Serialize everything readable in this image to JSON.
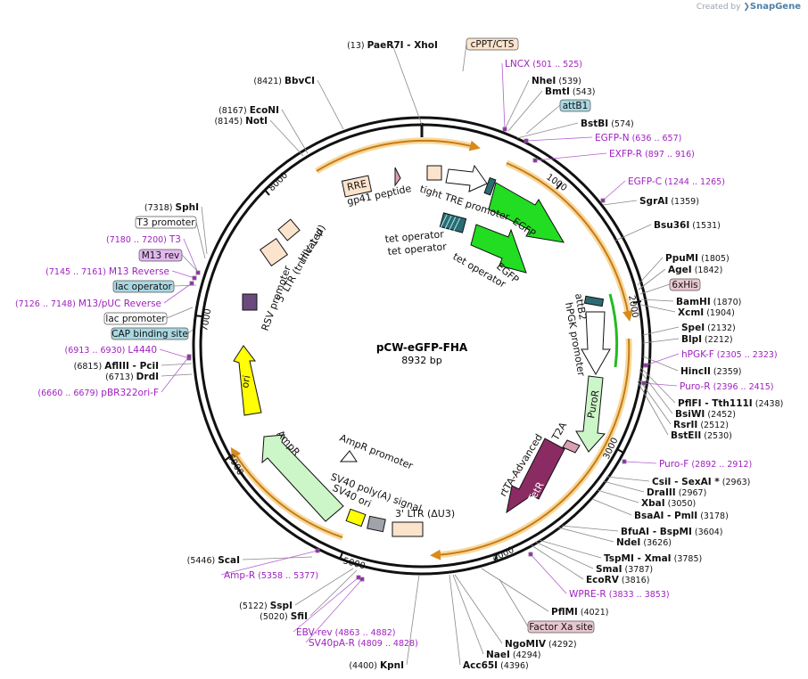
{
  "credit": {
    "prefix": "Created by",
    "brand": "SnapGene"
  },
  "plasmid": {
    "name": "pCW-eGFP-FHA",
    "length": "8932 bp"
  },
  "ticks": [
    "1000",
    "2000",
    "3000",
    "4000",
    "5000",
    "6000",
    "7000",
    "8000"
  ],
  "site_rows": [
    {
      "pos": "(13)",
      "names": [
        "PaeR7I",
        "XhoI"
      ],
      "posr": ""
    },
    {
      "pos": "",
      "names": [
        "NheI"
      ],
      "posr": "(539)"
    },
    {
      "pos": "",
      "names": [
        "BmtI"
      ],
      "posr": "(543)"
    },
    {
      "pos": "",
      "names": [
        "BstBI"
      ],
      "posr": "(574)"
    },
    {
      "pos": "",
      "names": [
        "SgrAI"
      ],
      "posr": "(1359)"
    },
    {
      "pos": "",
      "names": [
        "Bsu36I"
      ],
      "posr": "(1531)"
    },
    {
      "pos": "",
      "names": [
        "PpuMI"
      ],
      "posr": "(1805)"
    },
    {
      "pos": "",
      "names": [
        "AgeI"
      ],
      "posr": "(1842)"
    },
    {
      "pos": "",
      "names": [
        "BamHI"
      ],
      "posr": "(1870)"
    },
    {
      "pos": "",
      "names": [
        "XcmI"
      ],
      "posr": "(1904)"
    },
    {
      "pos": "",
      "names": [
        "SpeI"
      ],
      "posr": "(2132)"
    },
    {
      "pos": "",
      "names": [
        "BlpI"
      ],
      "posr": "(2212)"
    },
    {
      "pos": "",
      "names": [
        "HincII"
      ],
      "posr": "(2359)"
    },
    {
      "pos": "",
      "names": [
        "PflFI",
        "Tth111I"
      ],
      "posr": "(2438)"
    },
    {
      "pos": "",
      "names": [
        "BsiWI"
      ],
      "posr": "(2452)"
    },
    {
      "pos": "",
      "names": [
        "RsrII"
      ],
      "posr": "(2512)"
    },
    {
      "pos": "",
      "names": [
        "BstEII"
      ],
      "posr": "(2530)"
    },
    {
      "pos": "",
      "names": [
        "CsiI",
        "SexAI *"
      ],
      "posr": "(2963)"
    },
    {
      "pos": "",
      "names": [
        "DraIII"
      ],
      "posr": "(2967)"
    },
    {
      "pos": "",
      "names": [
        "XbaI"
      ],
      "posr": "(3050)"
    },
    {
      "pos": "",
      "names": [
        "BsaAI",
        "PmlI"
      ],
      "posr": "(3178)"
    },
    {
      "pos": "",
      "names": [
        "BfuAI",
        "BspMI"
      ],
      "posr": "(3604)"
    },
    {
      "pos": "",
      "names": [
        "NdeI"
      ],
      "posr": "(3626)"
    },
    {
      "pos": "",
      "names": [
        "TspMI",
        "XmaI"
      ],
      "posr": "(3785)"
    },
    {
      "pos": "",
      "names": [
        "SmaI"
      ],
      "posr": "(3787)"
    },
    {
      "pos": "",
      "names": [
        "EcoRV"
      ],
      "posr": "(3816)"
    },
    {
      "pos": "",
      "names": [
        "PflMI"
      ],
      "posr": "(4021)"
    },
    {
      "pos": "",
      "names": [
        "NgoMIV"
      ],
      "posr": "(4292)"
    },
    {
      "pos": "",
      "names": [
        "NaeI"
      ],
      "posr": "(4294)"
    },
    {
      "pos": "",
      "names": [
        "Acc65I"
      ],
      "posr": "(4396)"
    },
    {
      "pos": "(4400)",
      "names": [
        "KpnI"
      ],
      "posr": ""
    },
    {
      "pos": "(5020)",
      "names": [
        "SfiI"
      ],
      "posr": ""
    },
    {
      "pos": "(5122)",
      "names": [
        "SspI"
      ],
      "posr": ""
    },
    {
      "pos": "(5446)",
      "names": [
        "ScaI"
      ],
      "posr": ""
    },
    {
      "pos": "(6713)",
      "names": [
        "DrdI"
      ],
      "posr": ""
    },
    {
      "pos": "(6815)",
      "names": [
        "AflIII",
        "PciI"
      ],
      "posr": ""
    },
    {
      "pos": "(7318)",
      "names": [
        "SphI"
      ],
      "posr": ""
    },
    {
      "pos": "(8145)",
      "names": [
        "NotI"
      ],
      "posr": ""
    },
    {
      "pos": "(8167)",
      "names": [
        "EcoNI"
      ],
      "posr": ""
    },
    {
      "pos": "(8421)",
      "names": [
        "BbvCI"
      ],
      "posr": ""
    }
  ],
  "primers": [
    {
      "name": "LNCX",
      "range": "(501 .. 525)"
    },
    {
      "name": "EGFP-N",
      "range": "(636 .. 657)"
    },
    {
      "name": "EXFP-R",
      "range": "(897 .. 916)"
    },
    {
      "name": "EGFP-C",
      "range": "(1244 .. 1265)"
    },
    {
      "name": "hPGK-F",
      "range": "(2305 .. 2323)"
    },
    {
      "name": "Puro-R",
      "range": "(2396 .. 2415)"
    },
    {
      "name": "Puro-F",
      "range": "(2892 .. 2912)"
    },
    {
      "name": "WPRE-R",
      "range": "(3833 .. 3853)"
    },
    {
      "name": "EBV-rev",
      "range": "(4863 .. 4882)"
    },
    {
      "name": "SV40pA-R",
      "range": "(4809 .. 4828)"
    },
    {
      "name": "Amp-R",
      "range": "(5358 .. 5377)"
    },
    {
      "name": "L4440",
      "range": "(6913 .. 6930)"
    },
    {
      "name": "pBR322ori-F",
      "range": "(6660 .. 6679)"
    },
    {
      "name": "M13/pUC Reverse",
      "range": "(7126 .. 7148)"
    },
    {
      "name": "M13 Reverse",
      "range": "(7145 .. 7161)"
    },
    {
      "name": "T3",
      "range": "(7180 .. 7200)"
    }
  ],
  "boxed_labels": [
    {
      "text": "cPPT/CTS",
      "color": "#fbe3cc"
    },
    {
      "text": "attB1",
      "color": "#a9d7e1"
    },
    {
      "text": "6xHis",
      "color": "#e9c6cf"
    },
    {
      "text": "Factor Xa site",
      "color": "#e9c6cf"
    },
    {
      "text": "CAP binding site",
      "color": "#a9d7e1"
    },
    {
      "text": "lac promoter",
      "color": "#ffffff"
    },
    {
      "text": "lac operator",
      "color": "#a9d7e1"
    },
    {
      "text": "M13 rev",
      "color": "#e2b8ee"
    },
    {
      "text": "T3 promoter",
      "color": "#ffffff"
    }
  ],
  "features": {
    "egfp1": "EGFP",
    "egfp2": "EGFP",
    "tre": "tight TRE promoter",
    "tetop1": "tet operator",
    "tetop2": "tet operator",
    "tetop3": "tet operator",
    "rre": "RRE",
    "gp41": "gp41 peptide",
    "hiv": "HIV-1 Ψ",
    "ltr5": "5' LTR (truncated)",
    "rsv": "RSV promoter",
    "ori": "ori",
    "ampr": "AmpR",
    "ampr_prom": "AmpR promoter",
    "sv40ori": "SV40 ori",
    "sv40pa": "SV40 poly(A) signal",
    "ltr3": "3' LTR (ΔU3)",
    "rteTr": "rTetR",
    "rtta": "rtTA-Advanced",
    "t2a": "T2A",
    "puror": "PuroR",
    "hpgk": "hPGK promoter",
    "attb2": "attB2"
  },
  "colors": {
    "egfp": "#22dd22",
    "puro": "#ccf5c8",
    "rtetr": "#8b2b64",
    "ori": "#ffff00",
    "ampr": "#ccf5c8",
    "orange": "#f0a030"
  }
}
